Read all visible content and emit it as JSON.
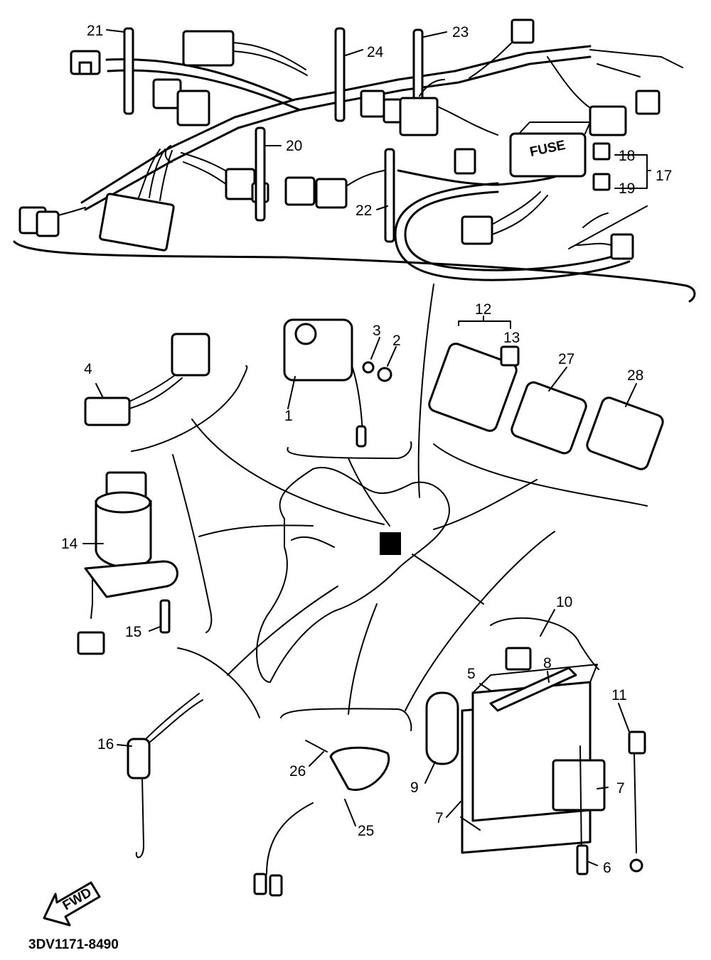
{
  "diagram": {
    "part_code": "3DV1171-8490",
    "front_arrow_label": "FWD",
    "fuse_label": "FUSE",
    "callouts": {
      "c1": "1",
      "c2": "2",
      "c3": "3",
      "c4": "4",
      "c5": "5",
      "c6": "6",
      "c7a": "7",
      "c7b": "7",
      "c8": "8",
      "c9": "9",
      "c10": "10",
      "c11": "11",
      "c12": "12",
      "c13": "13",
      "c14": "14",
      "c15": "15",
      "c16": "16",
      "c17": "17",
      "c18": "18",
      "c19": "19",
      "c20": "20",
      "c21": "21",
      "c22": "22",
      "c23": "23",
      "c24": "24",
      "c25": "25",
      "c26": "26",
      "c27": "27",
      "c28": "28"
    }
  }
}
